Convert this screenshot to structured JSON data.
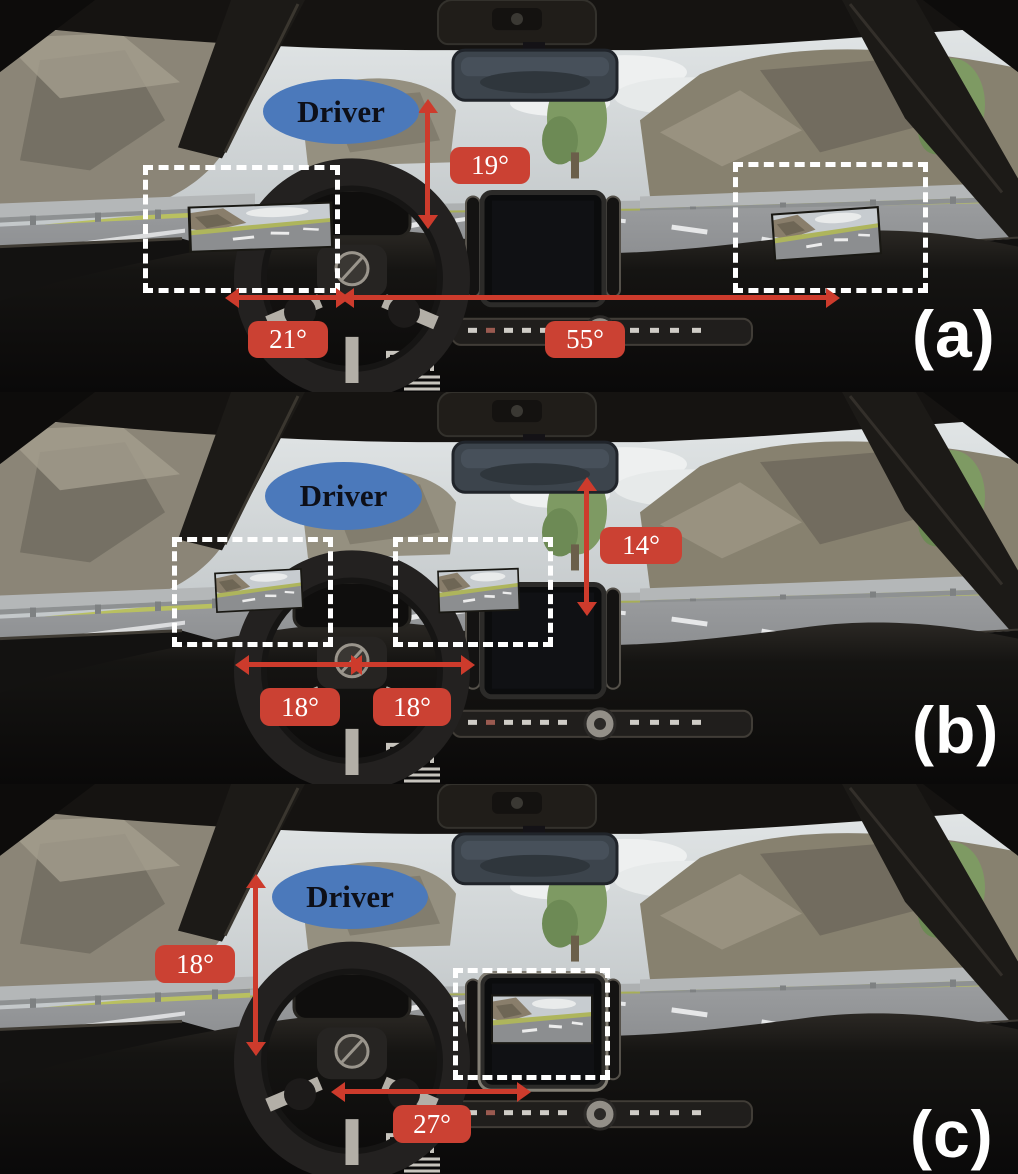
{
  "figure": {
    "panels": [
      {
        "id": "a",
        "label": "(a)",
        "driver_label": "Driver",
        "annotations": {
          "vertical_angle": "19°",
          "left_angle": "21°",
          "right_angle": "55°"
        }
      },
      {
        "id": "b",
        "label": "(b)",
        "driver_label": "Driver",
        "annotations": {
          "vertical_angle": "14°",
          "left_angle": "18°",
          "right_angle": "18°"
        }
      },
      {
        "id": "c",
        "label": "(c)",
        "driver_label": "Driver",
        "annotations": {
          "vertical_angle": "18°",
          "horizontal_angle": "27°"
        }
      }
    ],
    "colors": {
      "annotation_red": "#cb4133",
      "arrow_red": "#cd3b2c",
      "driver_ellipse_blue": "#4b79bb",
      "highlight_box_white": "#ffffff",
      "panel_label_white": "#ffffff"
    }
  }
}
